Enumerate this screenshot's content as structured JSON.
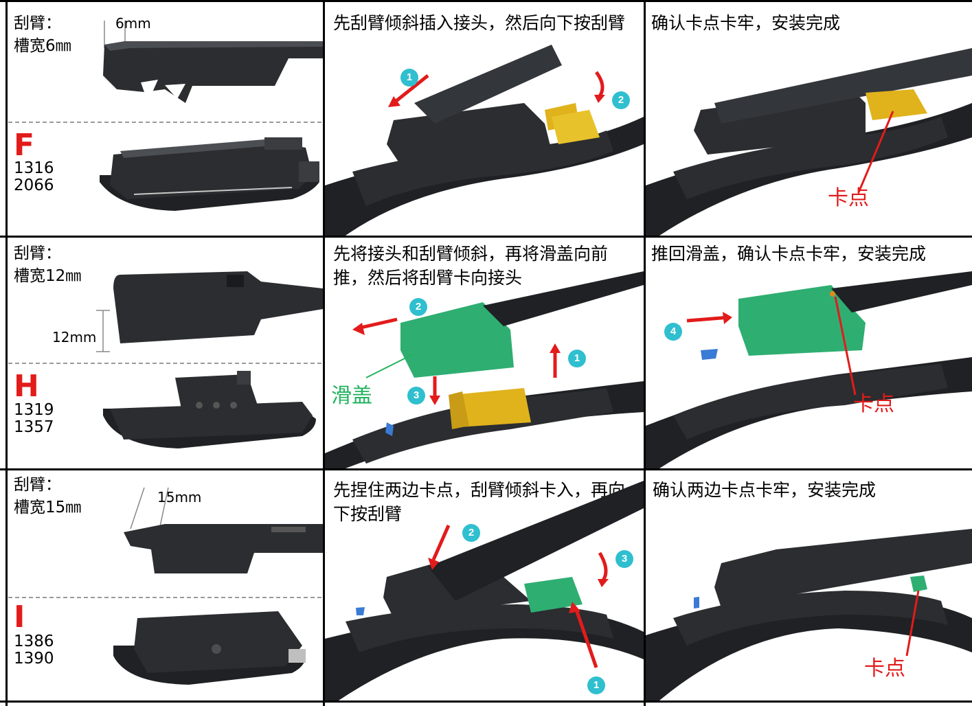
{
  "rows": [
    {
      "spec_line1": "刮臂：",
      "spec_line2": "槽宽6㎜",
      "measure": "6mm",
      "letter": "F",
      "codes": [
        "1316",
        "2066"
      ],
      "step1_title": "先刮臂倾斜插入接头，然后向下按刮臂",
      "step2_title": "确认卡点卡牢，安装完成",
      "markers_step1": [
        "1",
        "2"
      ],
      "callout_final": "卡点"
    },
    {
      "spec_line1": "刮臂：",
      "spec_line2": "槽宽12㎜",
      "measure": "12mm",
      "letter": "H",
      "codes": [
        "1319",
        "1357"
      ],
      "step1_title": "先将接头和刮臂倾斜，再将滑盖向前推，然后将刮臂卡向接头",
      "step2_title": "推回滑盖，确认卡点卡牢，安装完成",
      "markers_step1": [
        "2",
        "1",
        "3"
      ],
      "marker_final": "4",
      "callout_step1": "滑盖",
      "callout_final": "卡点"
    },
    {
      "spec_line1": "刮臂：",
      "spec_line2": "槽宽15㎜",
      "measure": "15mm",
      "letter": "I",
      "codes": [
        "1386",
        "1390"
      ],
      "step1_title": "先捏住两边卡点，刮臂倾斜卡入，再向下按刮臂",
      "step2_title": "确认两边卡点卡牢，安装完成",
      "markers_step1": [
        "2",
        "3",
        "1"
      ],
      "callout_final": "卡点"
    }
  ],
  "colors": {
    "red": "#e21b1b",
    "teal": "#2fbfcf",
    "green": "#22b25d",
    "adapter_yellow": "#e0b21c",
    "adapter_green": "#2fae72",
    "dark": "#2b2d30"
  }
}
